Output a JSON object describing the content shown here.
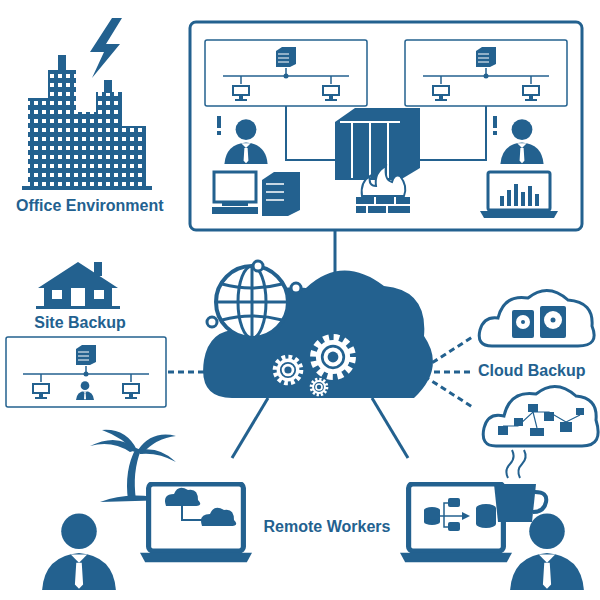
{
  "diagram": {
    "labels": [
      "Office Environment",
      "Site Backup",
      "Cloud Backup",
      "Remote Workers"
    ]
  }
}
